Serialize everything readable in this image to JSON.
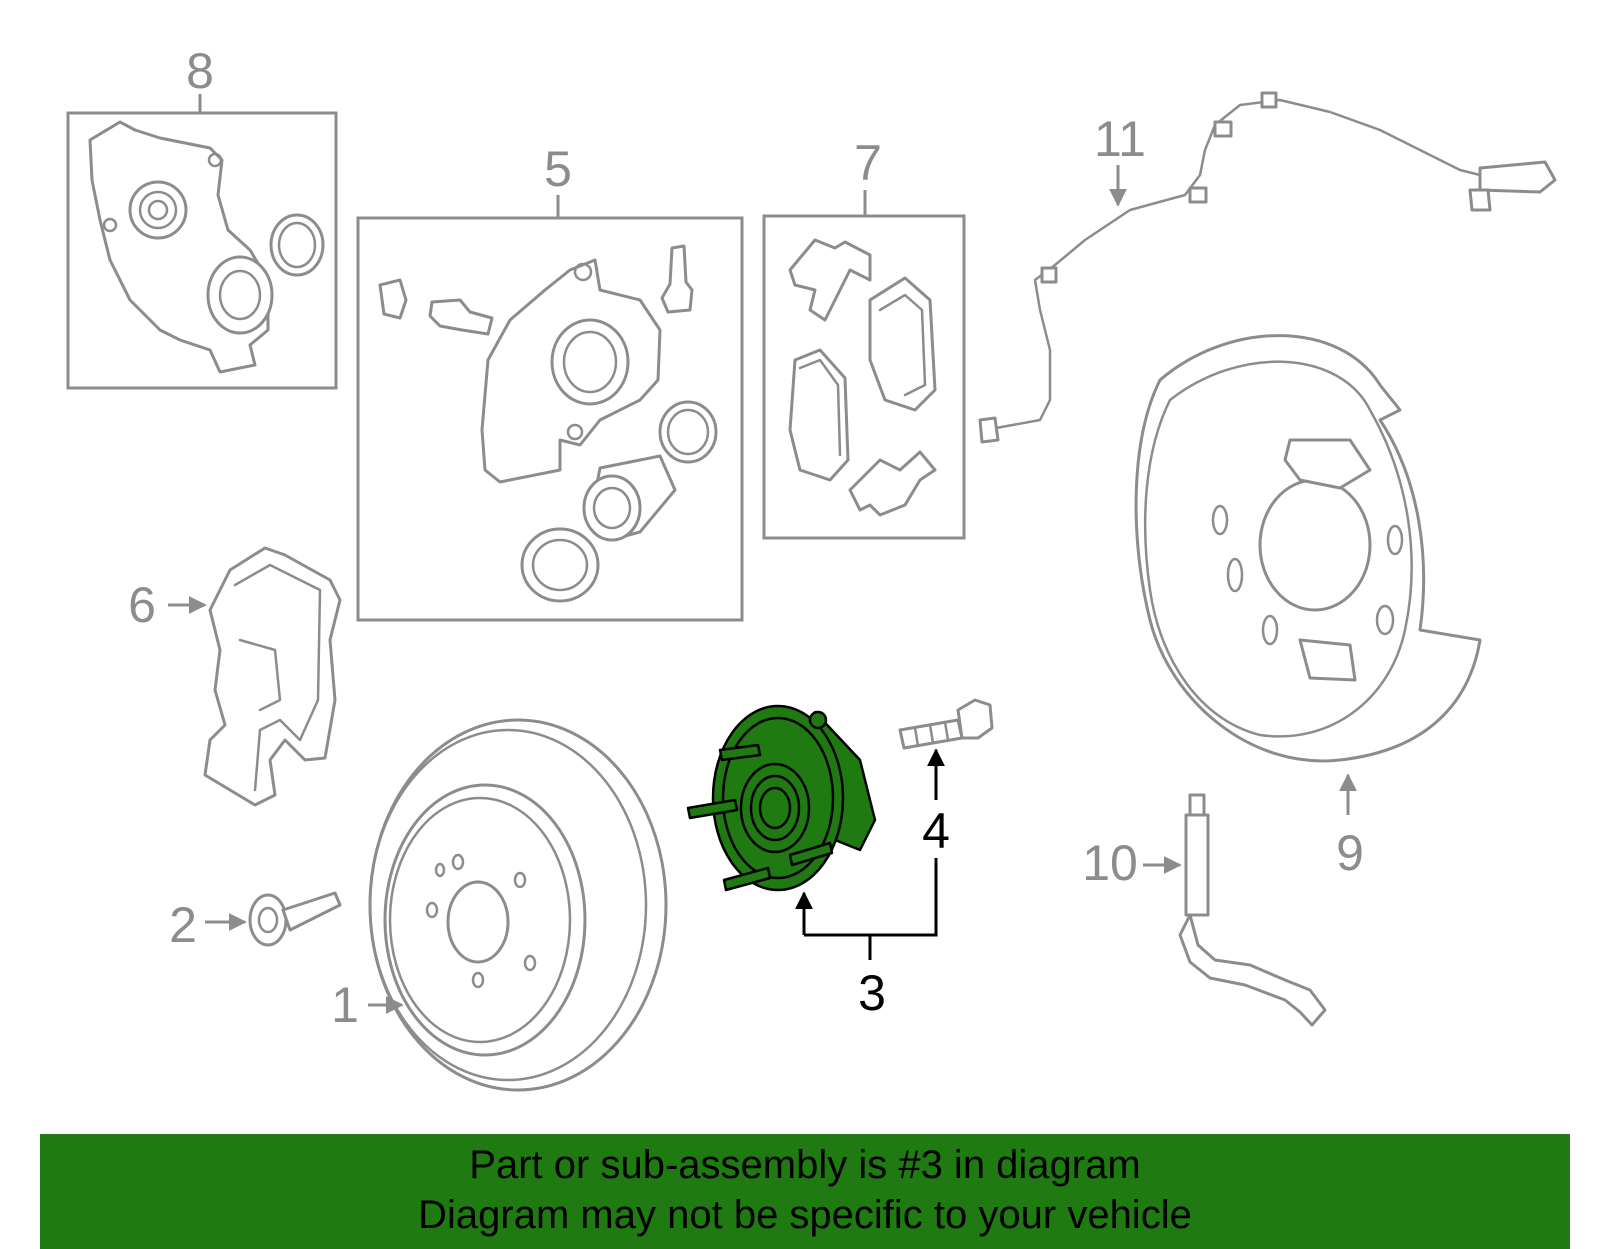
{
  "callouts": {
    "c1": "1",
    "c2": "2",
    "c3": "3",
    "c4": "4",
    "c5": "5",
    "c6": "6",
    "c7": "7",
    "c8": "8",
    "c9": "9",
    "c10": "10",
    "c11": "11"
  },
  "highlighted_part": "3",
  "colors": {
    "highlight": "#1f7a12",
    "line_art": "#8c8c8c",
    "active_text": "#000000"
  },
  "banner": {
    "line1": "Part or sub-assembly is #3 in diagram",
    "line2": "Diagram may not be specific to your vehicle"
  }
}
